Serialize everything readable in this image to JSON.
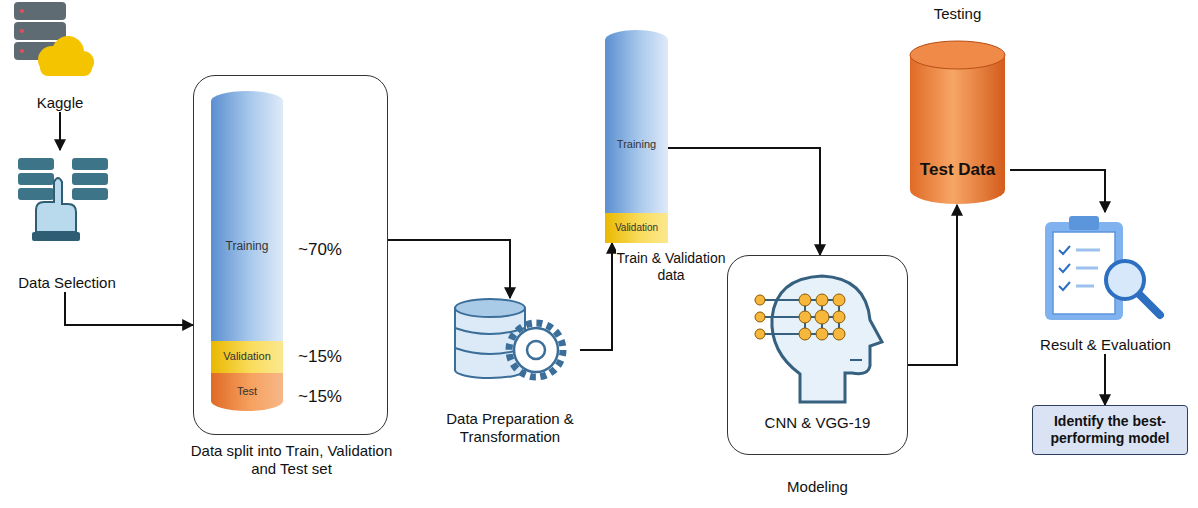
{
  "diagram": {
    "nodes": [
      {
        "text": [
          "Kaggle"
        ]
      },
      {
        "text": [
          "Data Selection"
        ]
      },
      {
        "text": [
          "Data split into Train, Validation and Test set"
        ]
      },
      {
        "text": [
          "Training"
        ],
        "in": 2
      },
      {
        "text": [
          "Validation"
        ],
        "in": 2
      },
      {
        "text": [
          "Test"
        ],
        "in": 2
      },
      {
        "text": [
          "Data Preparation & Transformation"
        ]
      },
      {
        "text": [
          "Training"
        ]
      },
      {
        "text": [
          "Validation"
        ]
      },
      {
        "text": [
          "CNN & VGG-19",
          "Modeling"
        ]
      },
      {
        "text": [
          "Testing",
          "Test Data"
        ]
      },
      {
        "text": [
          "Result & Evaluation"
        ]
      },
      {
        "text": [
          "Identify the best-performing model"
        ]
      }
    ],
    "edges": [
      {
        "from": 0,
        "to": 1,
        "arrow": "to"
      },
      {
        "from": 1,
        "to": 2,
        "arrow": "to"
      },
      {
        "from": 2,
        "to": 6,
        "arrow": "to"
      },
      {
        "from": 6,
        "to": 8,
        "arrow": "to"
      },
      {
        "from": 7,
        "to": 9,
        "arrow": "to"
      },
      {
        "from": 9,
        "to": 10,
        "arrow": "to"
      },
      {
        "from": 10,
        "to": 11,
        "arrow": "to"
      },
      {
        "from": 11,
        "to": 12,
        "arrow": "to"
      }
    ],
    "labels": [
      "~70%",
      "~15%",
      "~15%",
      "Train & Validation data"
    ]
  }
}
